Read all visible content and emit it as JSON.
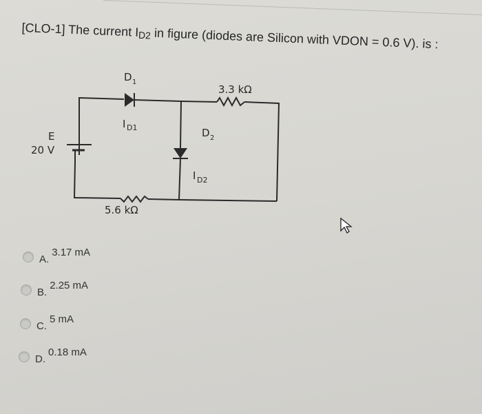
{
  "question": {
    "prefix": "[CLO-1] The current I",
    "sub": "D2",
    "suffix": " in figure  (diodes are Silicon with VDON = 0.6 V). is :"
  },
  "circuit": {
    "source_label": "E",
    "source_value": "20 V",
    "d1_label": "D",
    "d1_sub": "1",
    "id1_label": "I",
    "id1_sub": "D1",
    "d2_label": "D",
    "d2_sub": "2",
    "id2_label": "I",
    "id2_sub": "D2",
    "r1": "3.3 kΩ",
    "r2": "5.6 kΩ"
  },
  "options": [
    {
      "letter": "A.",
      "text": "3.17 mA"
    },
    {
      "letter": "B.",
      "text": "2.25 mA"
    },
    {
      "letter": "C.",
      "text": "5 mA"
    },
    {
      "letter": "D.",
      "text": "0.18 mA"
    }
  ]
}
